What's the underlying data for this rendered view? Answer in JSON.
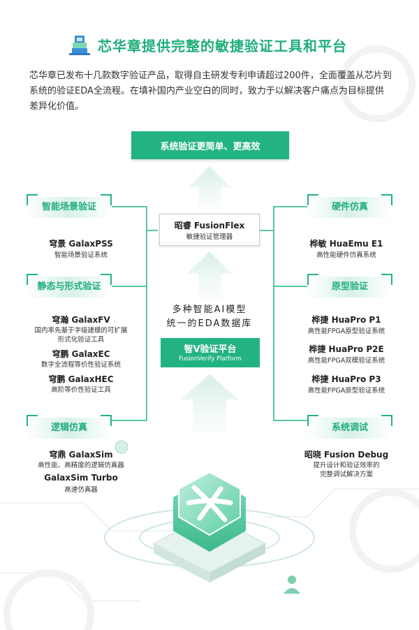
{
  "title": "芯华章提供完整的敏捷验证工具和平台",
  "intro": "芯华章已发布十几款数字验证产品，取得自主研发专利申请超过200件，全面覆盖从芯片到系统的验证EDA全流程。在填补国内产业空白的同时，致力于以解决客户痛点为目标提供差异化价值。",
  "goal": "系统验证更简单、更高效",
  "center": {
    "fusionflex": {
      "name": "昭睿 FusionFlex",
      "desc": "敏捷验证管理器"
    },
    "unified_line1": "多种智能AI模型",
    "unified_line2": "统一的EDA数据库",
    "platform_name": "智V验证平台",
    "platform_sub": "FusionVerify Platform"
  },
  "left": {
    "scenario": {
      "heading": "智能场景验证",
      "items": [
        {
          "name": "穹景 GalaxPSS",
          "desc": "智能场景验证系统"
        }
      ]
    },
    "formal": {
      "heading": "静态与形式验证",
      "items": [
        {
          "name": "穹瀚 GalaxFV",
          "desc1": "国内率先基于字级建模的可扩展",
          "desc2": "形式化验证工具"
        },
        {
          "name": "穹鹏 GalaxEC",
          "desc": "数字全流程等价性验证系统"
        },
        {
          "name": "穹鹏 GalaxHEC",
          "desc": "高阶等价性验证工具"
        }
      ]
    },
    "logic": {
      "heading": "逻辑仿真",
      "items": [
        {
          "name": "穹鼎 GalaxSim",
          "desc": "高性能、高精度的逻辑仿真器"
        },
        {
          "name": "GalaxSim Turbo",
          "desc": "高速仿真器"
        }
      ]
    }
  },
  "right": {
    "emu": {
      "heading": "硬件仿真",
      "items": [
        {
          "name": "桦敏 HuaEmu E1",
          "desc": "高性能硬件仿真系统"
        }
      ]
    },
    "proto": {
      "heading": "原型验证",
      "items": [
        {
          "name": "桦捷 HuaPro P1",
          "desc": "高性能FPGA原型验证系统"
        },
        {
          "name": "桦捷 HuaPro P2E",
          "desc": "高性能FPGA双模验证系统"
        },
        {
          "name": "桦捷 HuaPro P3",
          "desc": "高性能FPGA原型验证系统"
        }
      ]
    },
    "debug": {
      "heading": "系统调试",
      "items": [
        {
          "name": "昭晓 Fusion Debug",
          "desc1": "提升设计和验证效率的",
          "desc2": "完整调试解决方案"
        }
      ]
    }
  },
  "colors": {
    "accent": "#23b383",
    "accent_text": "#1fae7a"
  },
  "icons": {
    "title": "chip-stack-icon",
    "logo": "x-logo-icon",
    "person": "person-icon"
  }
}
